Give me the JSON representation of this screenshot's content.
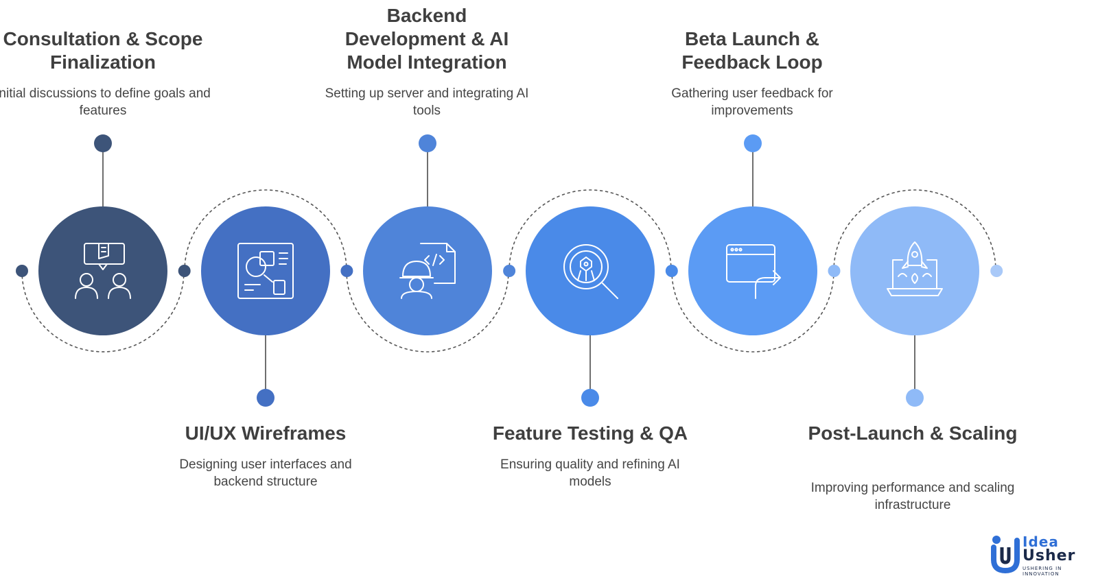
{
  "steps": [
    {
      "title": "Consultation & Scope Finalization",
      "desc": "Initial discussions to define goals and features",
      "color": "#3d5479",
      "icon": "consultation-icon"
    },
    {
      "title": "UI/UX Wireframes",
      "desc": "Designing user interfaces and backend structure",
      "color": "#4470c3",
      "icon": "wireframe-icon"
    },
    {
      "title": "Backend Development & AI Model Integration",
      "desc": "Setting up server and integrating AI tools",
      "color": "#4f84d9",
      "icon": "developer-code-icon"
    },
    {
      "title": "Feature Testing & QA",
      "desc": "Ensuring quality and refining AI models",
      "color": "#4a8ae8",
      "icon": "bug-search-icon"
    },
    {
      "title": "Beta Launch & Feedback Loop",
      "desc": "Gathering user feedback for improvements",
      "color": "#5b9bf4",
      "icon": "browser-redirect-icon"
    },
    {
      "title": "Post-Launch & Scaling",
      "desc": "Improving performance and scaling infrastructure",
      "color": "#8fbaf7",
      "icon": "laptop-rocket-icon"
    }
  ],
  "logo": {
    "top": "Idea",
    "main": "Usher",
    "tagline": "USHERING IN INNOVATION"
  }
}
